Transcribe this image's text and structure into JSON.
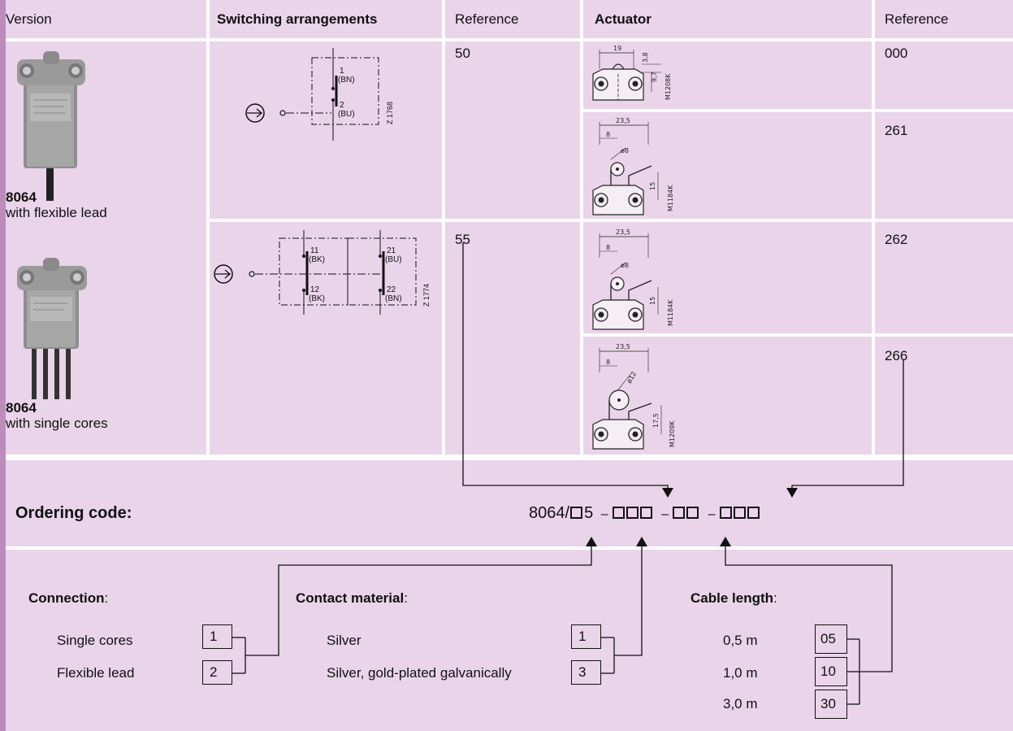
{
  "header": {
    "version": "Version",
    "switching": "Switching arrangements",
    "reference1": "Reference",
    "actuator": "Actuator",
    "reference2": "Reference"
  },
  "versions": [
    {
      "model": "8064",
      "desc": "with flexible lead"
    },
    {
      "model": "8064",
      "desc": "with single cores"
    }
  ],
  "switching_refs": [
    "50",
    "55"
  ],
  "diagram1": {
    "t1": "1",
    "t1c": "(BN)",
    "t2": "2",
    "t2c": "(BU)",
    "code": "Z 1768"
  },
  "diagram2": {
    "a1": "11",
    "a1c": "(BK)",
    "a2": "12",
    "a2c": "(BK)",
    "b1": "21",
    "b1c": "(BU)",
    "b2": "22",
    "b2c": "(BN)",
    "code": "Z 1774"
  },
  "actuator_refs": [
    "000",
    "261",
    "262",
    "266"
  ],
  "actuator_drawings": [
    {
      "code": "M1208K",
      "d1": "19",
      "d2": "3,8",
      "d3": "9,7"
    },
    {
      "code": "M1184K",
      "d1": "23,5",
      "d2": "8",
      "d3": "ø8",
      "d4": "15"
    },
    {
      "code": "M1184K",
      "d1": "23,5",
      "d2": "8",
      "d3": "ø8",
      "d4": "15"
    },
    {
      "code": "M1209K",
      "d1": "23,5",
      "d2": "8",
      "d3": "ø12",
      "d4": "17,5"
    }
  ],
  "ordering": {
    "label": "Ordering code:",
    "prefix": "8064/",
    "slot1_suffix": "5",
    "dash": "–"
  },
  "connection": {
    "title": "Connection",
    "options": [
      {
        "label": "Single cores",
        "code": "1"
      },
      {
        "label": "Flexible lead",
        "code": "2"
      }
    ]
  },
  "contact": {
    "title": "Contact material",
    "options": [
      {
        "label": "Silver",
        "code": "1"
      },
      {
        "label": "Silver, gold-plated galvanically",
        "code": "3"
      }
    ]
  },
  "cable": {
    "title": "Cable length",
    "options": [
      {
        "label": "0,5 m",
        "code": "05"
      },
      {
        "label": "1,0 m",
        "code": "10"
      },
      {
        "label": "3,0 m",
        "code": "30"
      }
    ]
  },
  "colon": ":",
  "colors": {
    "cell": "#ead4ea",
    "sidebar": "#bc8dbc",
    "line": "#111111"
  }
}
